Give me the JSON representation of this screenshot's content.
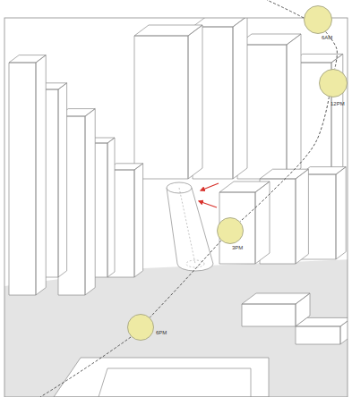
{
  "diagram": {
    "nodes": [
      {
        "text": [
          "6AM"
        ]
      },
      {
        "text": [
          "12PM"
        ]
      },
      {
        "text": [
          "3PM"
        ]
      },
      {
        "text": [
          "6PM"
        ]
      }
    ],
    "edges": [
      {
        "from": 0,
        "to": 1,
        "arrow": "none"
      },
      {
        "from": 1,
        "to": 2,
        "arrow": "none"
      },
      {
        "from": 2,
        "to": 3,
        "arrow": "none"
      }
    ]
  }
}
